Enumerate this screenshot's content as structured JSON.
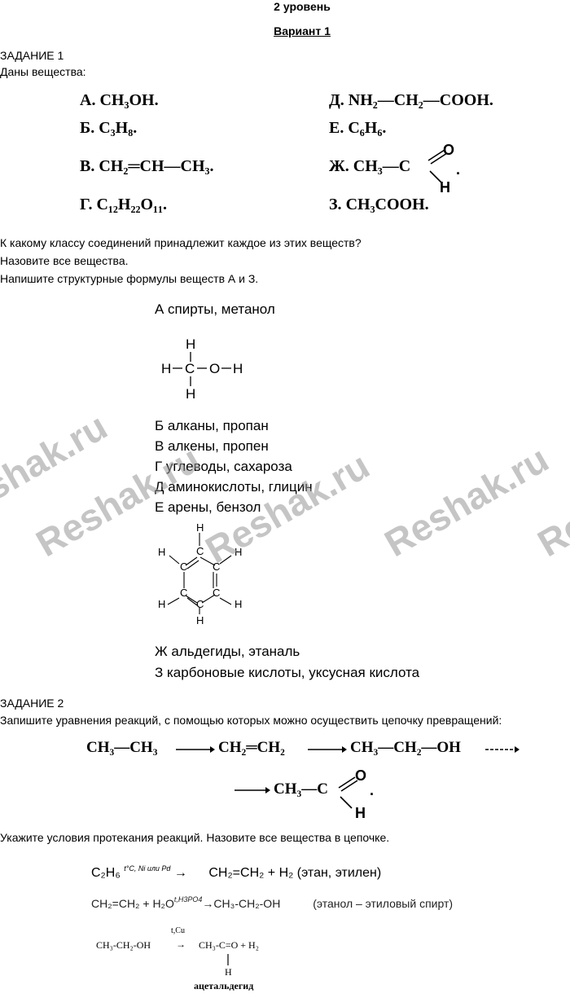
{
  "header": {
    "level": "2 уровень",
    "variant": "Вариант 1"
  },
  "task1": {
    "title": "ЗАДАНИЕ 1",
    "intro": "Даны вещества:",
    "substances": {
      "a": {
        "letter": "А.",
        "formula": "CH₃OH."
      },
      "b": {
        "letter": "Б.",
        "formula": "C₃H₈."
      },
      "v": {
        "letter": "В.",
        "formula": "CH₂═CH—CH₃."
      },
      "g": {
        "letter": "Г.",
        "formula": "C₁₂H₂₂O₁₁."
      },
      "d": {
        "letter": "Д.",
        "formula": "NH₂—CH₂—COOH."
      },
      "e": {
        "letter": "Е.",
        "formula": "C₆H₆."
      },
      "zh": {
        "letter": "Ж.",
        "formula": "CH₃—C",
        "o": "O",
        "h": "H",
        "dot": "."
      },
      "z": {
        "letter": "З.",
        "formula": "CH₃COOH."
      }
    },
    "questions": [
      "К какому классу соединений принадлежит каждое из этих веществ?",
      "Назовите все вещества.",
      "Напишите структурные формулы веществ А и З."
    ],
    "answers": {
      "a": "А спирты, метанол",
      "b": "Б алканы, пропан",
      "v": "В алкены, пропен",
      "g": "Г углеводы, сахароза",
      "d": "Д аминокислоты, глицин",
      "e": "Е арены, бензол",
      "zh": "Ж альдегиды, этаналь",
      "z": "З карбоновые кислоты, уксусная кислота"
    },
    "methanol": {
      "h_top": "H",
      "h_left": "H",
      "c": "C",
      "o": "O",
      "h_right": "H",
      "h_bottom": "H"
    },
    "benzene": {
      "c": "C",
      "h": "H"
    }
  },
  "task2": {
    "title": "ЗАДАНИЕ 2",
    "intro": "Запишите уравнения реакций, с помощью которых можно осуществить цепочку превращений:",
    "chain": {
      "s1": "CH₃—CH₃",
      "s2": "CH₂═CH₂",
      "s3": "CH₃—CH₂—OH",
      "s4": "CH₃—C",
      "o": "O",
      "h": "H",
      "dot": "."
    },
    "instruction": "Укажите условия протекания реакций. Назовите все вещества в цепочке.",
    "eq1": {
      "left": "C₂H₆",
      "cond": "t°C, Ni или Pd",
      "arrow": "→",
      "right": "CH₂=CH₂ + H₂ (этан, этилен)"
    },
    "eq2": {
      "left": "CH₂=CH₂ + H₂O",
      "cond": "t,H3PO4",
      "arrow": "→",
      "right": "CH₃-CH₂-OH",
      "note": "(этанол – этиловый спирт)"
    },
    "eq3": {
      "cond": "t,Cu",
      "left": "CH₃-CH₂-OH",
      "arrow": "→",
      "right": "CH₃-C=O + H₂",
      "h": "H",
      "name": "ацетальдегид"
    }
  },
  "watermark": "Reshak.ru",
  "colors": {
    "text": "#000000",
    "watermark": "#969696"
  }
}
